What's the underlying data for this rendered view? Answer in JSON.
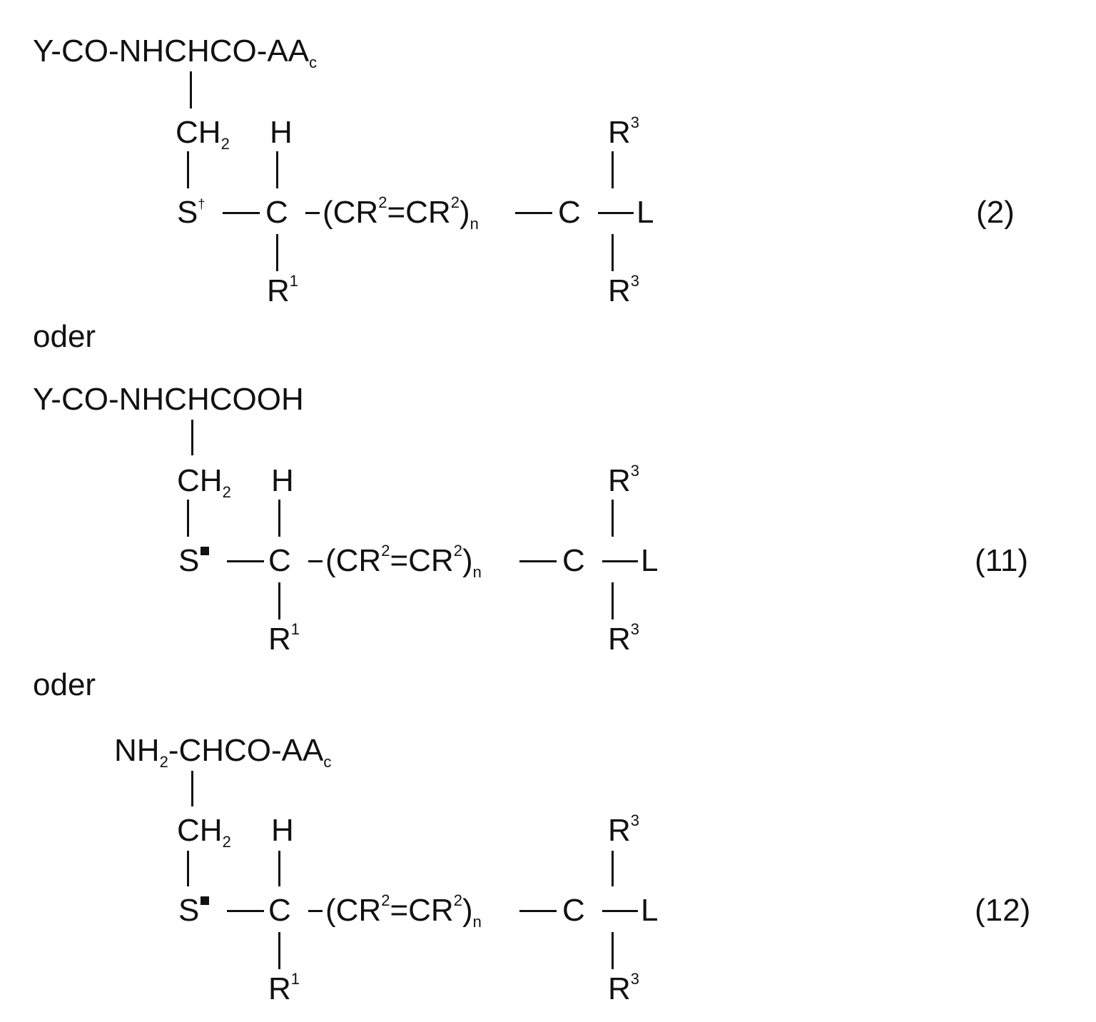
{
  "formulas": [
    {
      "number": "(2)",
      "top_parts": [
        "Y-CO-NHCHCO-AA",
        "c"
      ],
      "sulfur": "S",
      "sulfur_mark": "†",
      "sulfur_mark_type": "dagger"
    },
    {
      "number": "(11)",
      "top_parts": [
        "Y-CO-NHCHCOOH",
        ""
      ],
      "sulfur": "S",
      "sulfur_mark": "",
      "sulfur_mark_type": "square"
    },
    {
      "number": "(12)",
      "top_parts": [
        "NH",
        "2",
        "-CHCO-AA",
        "c"
      ],
      "sulfur": "S",
      "sulfur_mark": "",
      "sulfur_mark_type": "square"
    }
  ],
  "common": {
    "ch2": "CH",
    "ch2_sub": "2",
    "h": "H",
    "c": "C",
    "chain_open": "(CR",
    "chain_sup1": "2",
    "chain_mid": "=CR",
    "chain_sup2": "2",
    "chain_close": ")",
    "chain_sub": "n",
    "c2": "C",
    "l": "L",
    "r1": "R",
    "r1_sup": "1",
    "r3": "R",
    "r3_sup": "3"
  },
  "separators": [
    "oder",
    "oder"
  ]
}
